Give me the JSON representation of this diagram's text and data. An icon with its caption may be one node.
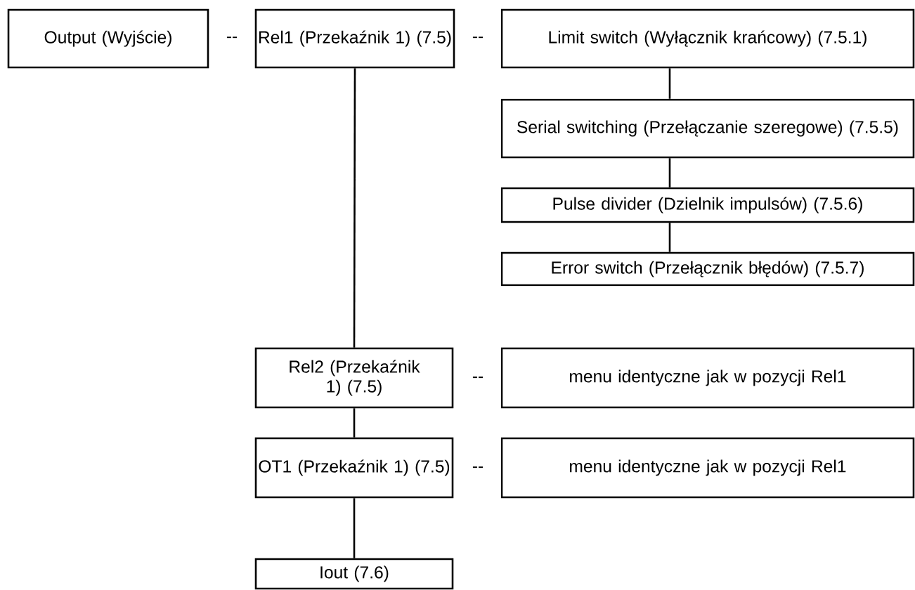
{
  "diagram": {
    "nodes": [
      {
        "text": [
          "Output (Wyjście)"
        ]
      },
      {
        "text": [
          "Rel1 (Przekaźnik 1) (7.5)"
        ]
      },
      {
        "text": [
          "Limit switch (Wyłącznik krańcowy) (7.5.1)"
        ]
      },
      {
        "text": [
          "Serial switching (Przełączanie szeregowe) (7.5.5)"
        ]
      },
      {
        "text": [
          "Pulse divider (Dzielnik impulsów) (7.5.6)"
        ]
      },
      {
        "text": [
          "Error switch (Przełącznik błędów) (7.5.7)"
        ]
      },
      {
        "text": [
          "Rel2 (Przekaźnik 1) (7.5)"
        ]
      },
      {
        "text": [
          "menu identyczne jak w pozycji Rel1"
        ]
      },
      {
        "text": [
          "OT1 (Przekaźnik 1) (7.5)"
        ]
      },
      {
        "text": [
          "menu identyczne jak w pozycji Rel1"
        ]
      },
      {
        "text": [
          "Iout (7.6)"
        ]
      }
    ],
    "edges": [
      {
        "from": 1,
        "to": 6,
        "arrow": "none"
      },
      {
        "from": 6,
        "to": 8,
        "arrow": "none"
      },
      {
        "from": 8,
        "to": 10,
        "arrow": "none"
      },
      {
        "from": 2,
        "to": 3,
        "arrow": "none"
      },
      {
        "from": 3,
        "to": 4,
        "arrow": "none"
      },
      {
        "from": 4,
        "to": 5,
        "arrow": "none"
      }
    ],
    "labels": [
      "--",
      "--",
      "--",
      "--"
    ]
  }
}
